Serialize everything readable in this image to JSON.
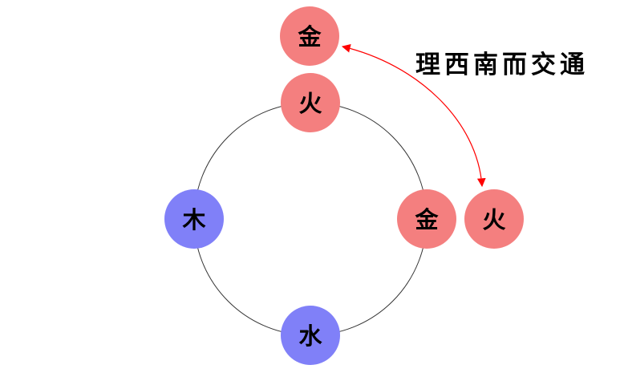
{
  "caption": "理西南而交通",
  "colors": {
    "fire_metal_fill": "#f47f7f",
    "wood_water_fill": "#8080f8",
    "cycle_stroke": "#333333",
    "arrow_stroke": "#ff0000"
  },
  "nodes": {
    "top_outer": {
      "label": "金",
      "color": "fire_metal_fill"
    },
    "top": {
      "label": "火",
      "color": "fire_metal_fill"
    },
    "left": {
      "label": "木",
      "color": "wood_water_fill"
    },
    "right": {
      "label": "金",
      "color": "fire_metal_fill"
    },
    "right_outer": {
      "label": "火",
      "color": "fire_metal_fill"
    },
    "bottom": {
      "label": "水",
      "color": "wood_water_fill"
    }
  },
  "arrow": {
    "kind": "double-headed-curve",
    "from": "top_outer",
    "to": "right_outer"
  }
}
